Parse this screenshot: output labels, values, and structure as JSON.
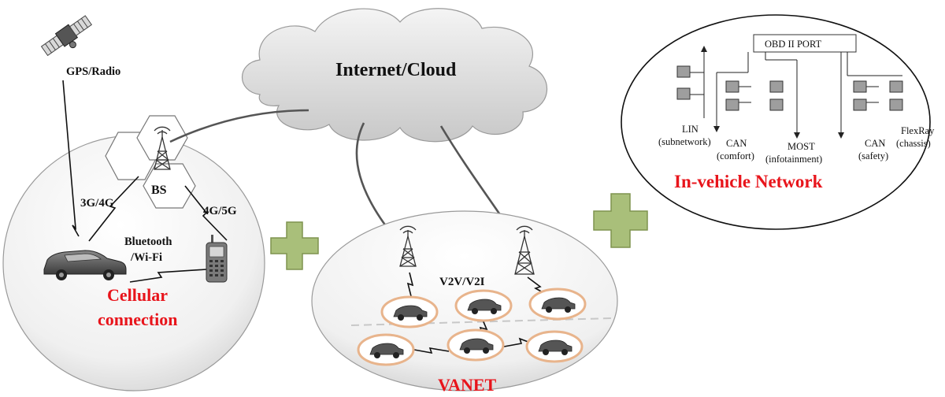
{
  "cloud": {
    "label": "Internet/Cloud"
  },
  "cellular": {
    "satellite_label": "GPS/Radio",
    "base_station_label": "BS",
    "link_3g4g": "3G/4G",
    "link_4g5g": "4G/5G",
    "bluetooth_line1": "Bluetooth",
    "bluetooth_line2": "/Wi-Fi",
    "title_line1": "Cellular",
    "title_line2": "connection"
  },
  "vanet": {
    "link_label": "V2V/V2I",
    "title": "VANET"
  },
  "in_vehicle": {
    "port_label": "OBD II PORT",
    "title": "In-vehicle Network",
    "buses": [
      {
        "line1": "LIN",
        "line2": "(subnetwork)"
      },
      {
        "line1": "CAN",
        "line2": "(comfort)"
      },
      {
        "line1": "MOST",
        "line2": "(infotainment)"
      },
      {
        "line1": "CAN",
        "line2": "(safety)"
      },
      {
        "line1": "FlexRay",
        "line2": "(chassis)"
      }
    ]
  },
  "colors": {
    "red_title": "#e8141b",
    "plus_fill": "#a9bf7a",
    "plus_stroke": "#7f944f",
    "ecu_fill": "#9e9e9e",
    "car_halo": "#e8b48c"
  }
}
